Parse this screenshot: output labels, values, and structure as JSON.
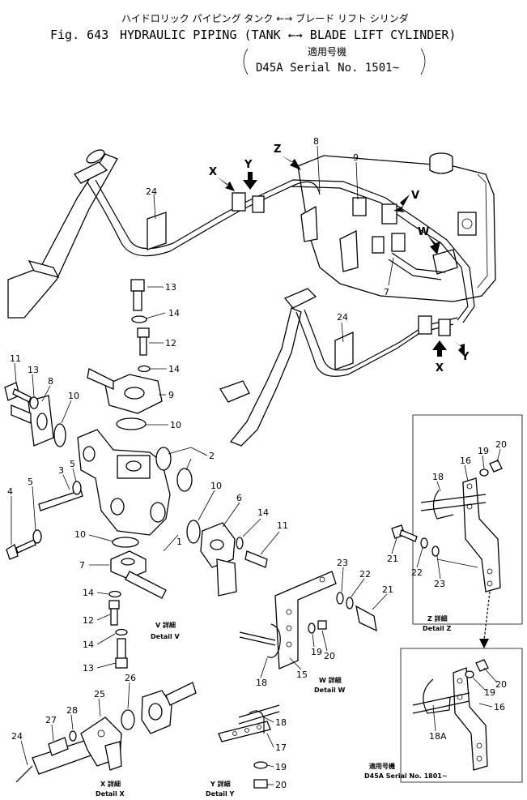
{
  "header": {
    "jp_title": "ハイドロリック パイピング タンク ←→ ブレード リフト シリンダ",
    "fig_label": "Fig. 643",
    "title": "HYDRAULIC PIPING (TANK ←→ BLADE LIFT CYLINDER)",
    "serial_jp": "適用号機",
    "serial": "D45A Serial No. 1501~"
  },
  "callouts": {
    "p1": "1",
    "p2": "2",
    "p3": "3",
    "p4": "4",
    "p5a": "5",
    "p5b": "5",
    "p6": "6",
    "p7a": "7",
    "p7b": "7",
    "p8a": "8",
    "p8b": "8",
    "p9a": "9",
    "p9b": "9",
    "p10a": "10",
    "p10b": "10",
    "p10c": "10",
    "p10d": "10",
    "p11a": "11",
    "p11b": "11",
    "p12a": "12",
    "p12b": "12",
    "p13a": "13",
    "p13b": "13",
    "p13c": "13",
    "p14a": "14",
    "p14b": "14",
    "p14c": "14",
    "p14d": "14",
    "p14e": "14",
    "p15": "15",
    "p16a": "16",
    "p16b": "16",
    "p17": "17",
    "p18a": "18",
    "p18b": "18",
    "p18c": "18",
    "p18A": "18A",
    "p19a": "19",
    "p19b": "19",
    "p19c": "19",
    "p19d": "19",
    "p20a": "20",
    "p20b": "20",
    "p20c": "20",
    "p20d": "20",
    "p21a": "21",
    "p21b": "21",
    "p22a": "22",
    "p22b": "22",
    "p23a": "23",
    "p23b": "23",
    "p24a": "24",
    "p24b": "24",
    "p24c": "24",
    "p25": "25",
    "p26": "26",
    "p27": "27",
    "p28": "28"
  },
  "arrows": {
    "x1": "X",
    "y1": "Y",
    "z": "Z",
    "v": "V",
    "w": "W",
    "x2": "X",
    "y2": "Y"
  },
  "details": {
    "v_jp": "V 詳細",
    "v": "Detail V",
    "w_jp": "W 詳細",
    "w": "Detail W",
    "z_jp": "Z 詳細",
    "z": "Detail Z",
    "x_jp": "X 詳細",
    "x": "Detail X",
    "y_jp": "Y 詳細",
    "y": "Detail Y",
    "serial_jp": "適用号機",
    "serial": "D45A Serial No. 1801~"
  }
}
